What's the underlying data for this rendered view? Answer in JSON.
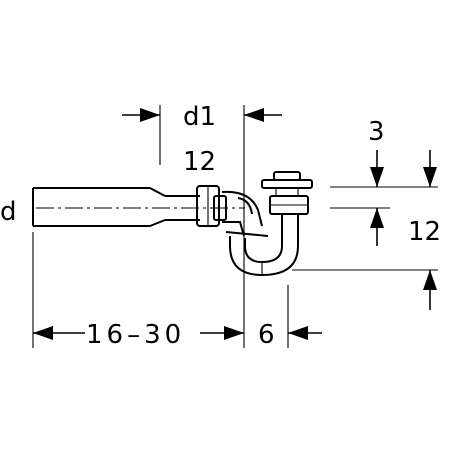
{
  "labels": {
    "d": "d",
    "d1": "d1",
    "d1_value": "12",
    "top_gap": "3",
    "height": "12",
    "length_range": "16–30",
    "offset": "6"
  },
  "colors": {
    "line": "#000000",
    "background": "#ffffff"
  }
}
